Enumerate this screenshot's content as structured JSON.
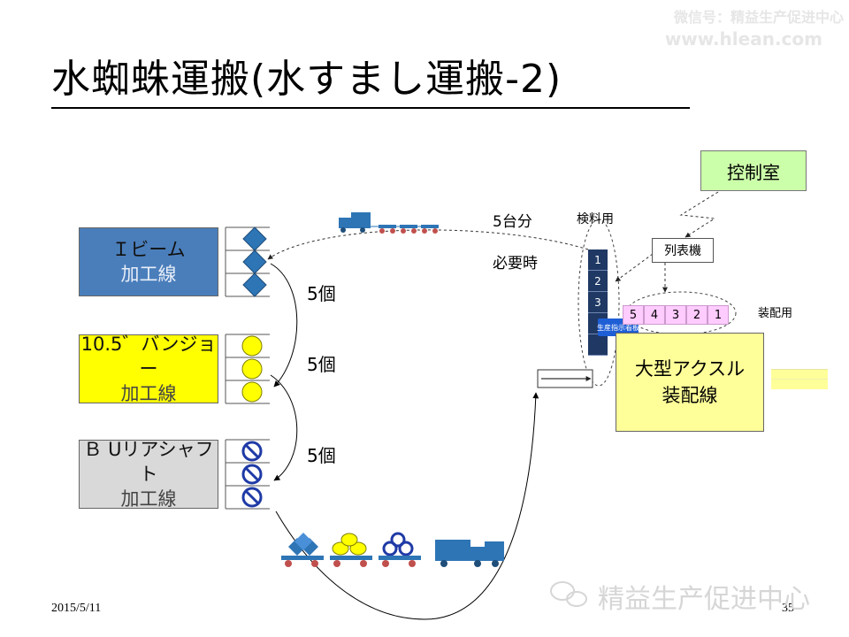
{
  "watermark": {
    "wechat": "微信号：精益生产促进中心",
    "website": "www.hlean.com",
    "brand": "精益生产促进中心"
  },
  "slide": {
    "title": "水蜘蛛運搬(水すまし運搬-2)",
    "date": "2015/5/11",
    "page": "35"
  },
  "lines": [
    {
      "name": "Ｉビーム",
      "sub": "加工線",
      "color": "#4a7ebb",
      "part_icon": "diamond"
    },
    {
      "name": "10.5゛バンジョー",
      "sub": "加工線",
      "color": "#ffff00",
      "part_icon": "circle"
    },
    {
      "name": "Ｂ Uリアシャフト",
      "sub": "加工線",
      "color": "#d9d9d9",
      "part_icon": "prohibited-circle"
    }
  ],
  "pickup_labels": [
    "5個",
    "5個",
    "5個"
  ],
  "trip": {
    "cars_label": "5台分",
    "when_label": "必要時"
  },
  "inspection": {
    "label": "検料用",
    "stack": [
      "1",
      "2",
      "3",
      "",
      ""
    ],
    "kanban_label": "生産指示看板"
  },
  "control_room": "控制室",
  "printer": "列表機",
  "assembly": {
    "label": "装配用",
    "queue": [
      "5",
      "4",
      "3",
      "2",
      "1"
    ],
    "line_name": "大型アクスル",
    "line_sub": "装配線"
  },
  "colors": {
    "line_blue": "#4a7ebb",
    "line_yellow": "#ffff00",
    "line_gray": "#d9d9d9",
    "control_green": "#ccffaa",
    "assembly_yellow": "#ffff99",
    "queue_pink": "#ffccff",
    "truck_blue": "#2e75b6",
    "wheel_red": "#c0504d"
  }
}
